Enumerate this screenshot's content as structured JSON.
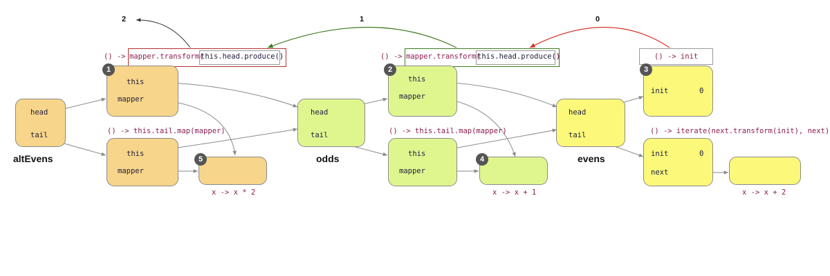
{
  "colors": {
    "orange": "#f7d58a",
    "lime": "#dff68f",
    "yellow": "#fbf87a",
    "code": "#8c1d4f",
    "arrow_black": "#333333",
    "arrow_green": "#3d7a1f",
    "arrow_red": "#d8362c",
    "frame_red": "#b03030",
    "frame_green": "#3d7a1f"
  },
  "step_numbers": {
    "top_left": "2",
    "top_middle": "1",
    "top_right": "0"
  },
  "labels": {
    "alt_evens": "altEvens",
    "odds": "odds",
    "evens": "evens"
  },
  "badges": {
    "b1": "1",
    "b2": "2",
    "b3": "3",
    "b4": "4",
    "b5": "5"
  },
  "fields": {
    "head": "head",
    "tail": "tail",
    "this": "this",
    "mapper": "mapper",
    "init": "init",
    "next": "next"
  },
  "values": {
    "init_top": "0",
    "init_bottom": "0"
  },
  "code": {
    "lambda_prefix": "() ->",
    "mapper_transform_open": "mapper.transform(",
    "head_produce": "this.head.produce()",
    "close_paren": ")",
    "tail_map": "() -> this.tail.map(mapper)",
    "init_lambda": "() -> init",
    "iterate_lambda": "() -> iterate(next.transform(init), next)",
    "fn_times_2": "x -> x * 2",
    "fn_plus_1": "x -> x + 1",
    "fn_plus_2": "x -> x + 2"
  }
}
